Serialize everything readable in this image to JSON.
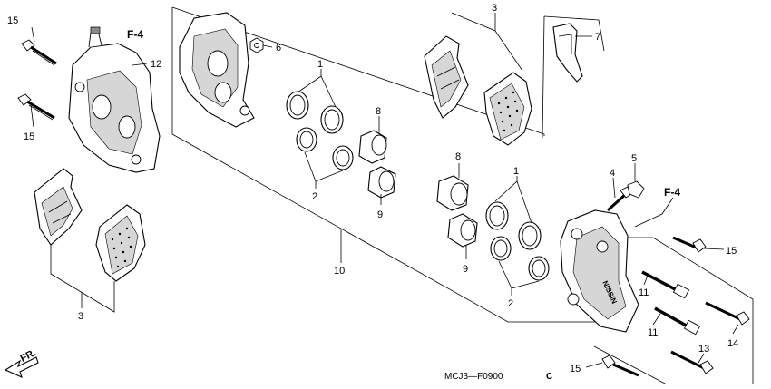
{
  "diagram": {
    "part_labels": [
      {
        "id": "p15a",
        "text": "15"
      },
      {
        "id": "pF4a",
        "text": "F-4"
      },
      {
        "id": "p12",
        "text": "12"
      },
      {
        "id": "p15b",
        "text": "15"
      },
      {
        "id": "p6",
        "text": "6"
      },
      {
        "id": "p3a",
        "text": "3"
      },
      {
        "id": "p7",
        "text": "7"
      },
      {
        "id": "p1a",
        "text": "1"
      },
      {
        "id": "p8a",
        "text": "8"
      },
      {
        "id": "p2a",
        "text": "2"
      },
      {
        "id": "p9a",
        "text": "9"
      },
      {
        "id": "p10",
        "text": "10"
      },
      {
        "id": "p8b",
        "text": "8"
      },
      {
        "id": "p1b",
        "text": "1"
      },
      {
        "id": "p4",
        "text": "4"
      },
      {
        "id": "p5",
        "text": "5"
      },
      {
        "id": "pF4b",
        "text": "F-4"
      },
      {
        "id": "p9b",
        "text": "9"
      },
      {
        "id": "p15c",
        "text": "15"
      },
      {
        "id": "p11a",
        "text": "11"
      },
      {
        "id": "p2b",
        "text": "2"
      },
      {
        "id": "p3b",
        "text": "3"
      },
      {
        "id": "p11b",
        "text": "11"
      },
      {
        "id": "p13",
        "text": "13"
      },
      {
        "id": "p14",
        "text": "14"
      },
      {
        "id": "p15d",
        "text": "15"
      }
    ],
    "direction_label": "FR.",
    "drawing_code": "MCJ3—F0900",
    "drawing_code_suffix": "C",
    "caliper_brand_mark": "NISSIN"
  }
}
